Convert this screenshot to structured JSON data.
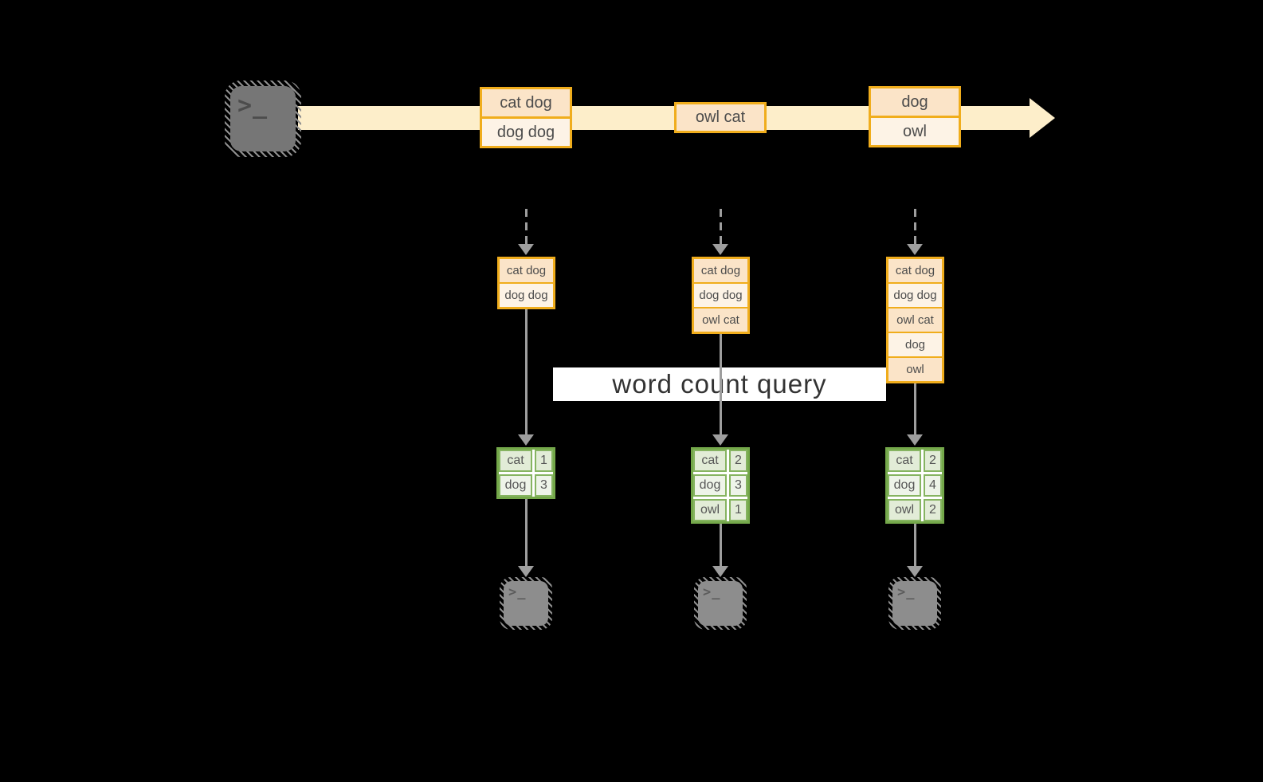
{
  "diagram": {
    "query_label": "word count query",
    "terminal_glyph": ">_",
    "stream_events": [
      {
        "rows": [
          "cat dog",
          "dog dog"
        ]
      },
      {
        "rows": [
          "owl cat"
        ]
      },
      {
        "rows": [
          "dog",
          "owl"
        ]
      }
    ],
    "snapshots": [
      {
        "buffer": [
          "cat dog",
          "dog dog"
        ],
        "counts": [
          {
            "word": "cat",
            "count": "1"
          },
          {
            "word": "dog",
            "count": "3"
          }
        ]
      },
      {
        "buffer": [
          "cat dog",
          "dog dog",
          "owl cat"
        ],
        "counts": [
          {
            "word": "cat",
            "count": "2"
          },
          {
            "word": "dog",
            "count": "3"
          },
          {
            "word": "owl",
            "count": "1"
          }
        ]
      },
      {
        "buffer": [
          "cat dog",
          "dog dog",
          "owl cat",
          "dog",
          "owl"
        ],
        "counts": [
          {
            "word": "cat",
            "count": "2"
          },
          {
            "word": "dog",
            "count": "4"
          },
          {
            "word": "owl",
            "count": "2"
          }
        ]
      }
    ],
    "colors": {
      "event_border": "#f0ad1c",
      "event_fill_dark": "#fbe4c8",
      "event_fill_light": "#fdf3e6",
      "stream_band": "#fdeeca",
      "table_border": "#74a84a",
      "table_fill_dark": "#e2ecd7",
      "table_fill_light": "#eef4e9",
      "arrow_gray": "#9e9e9e",
      "background": "#000000"
    }
  }
}
